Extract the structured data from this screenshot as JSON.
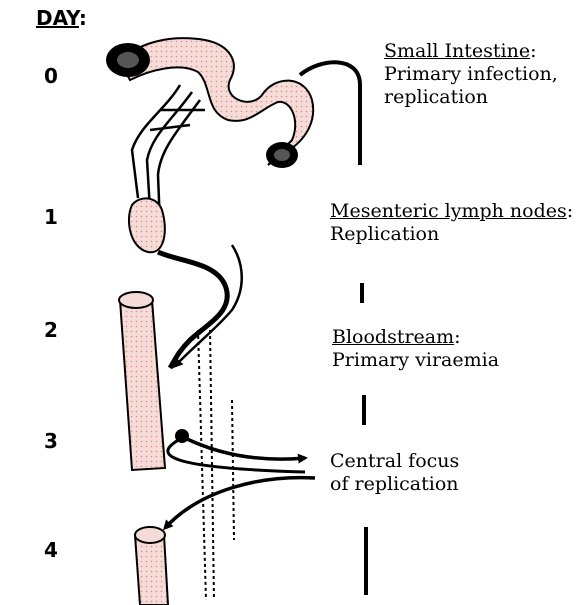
{
  "day_axis": {
    "heading": "DAY",
    "separator": ":",
    "days": [
      "0",
      "1",
      "2",
      "3",
      "4"
    ]
  },
  "stages": [
    {
      "heading": "Small Intestine",
      "separator": ":",
      "lines": [
        "Primary infection,",
        "replication"
      ]
    },
    {
      "heading": "Mesenteric lymph nodes",
      "separator": ":",
      "lines": [
        "Replication"
      ]
    },
    {
      "heading": "Bloodstream",
      "separator": ":",
      "lines": [
        "Primary viraemia"
      ]
    },
    {
      "heading": "",
      "separator": "",
      "lines": [
        "Central focus",
        "of replication"
      ]
    }
  ],
  "colors": {
    "tissue_fill": "#f6dcd8",
    "tissue_dots": "#e08a84",
    "ink": "#000000"
  }
}
